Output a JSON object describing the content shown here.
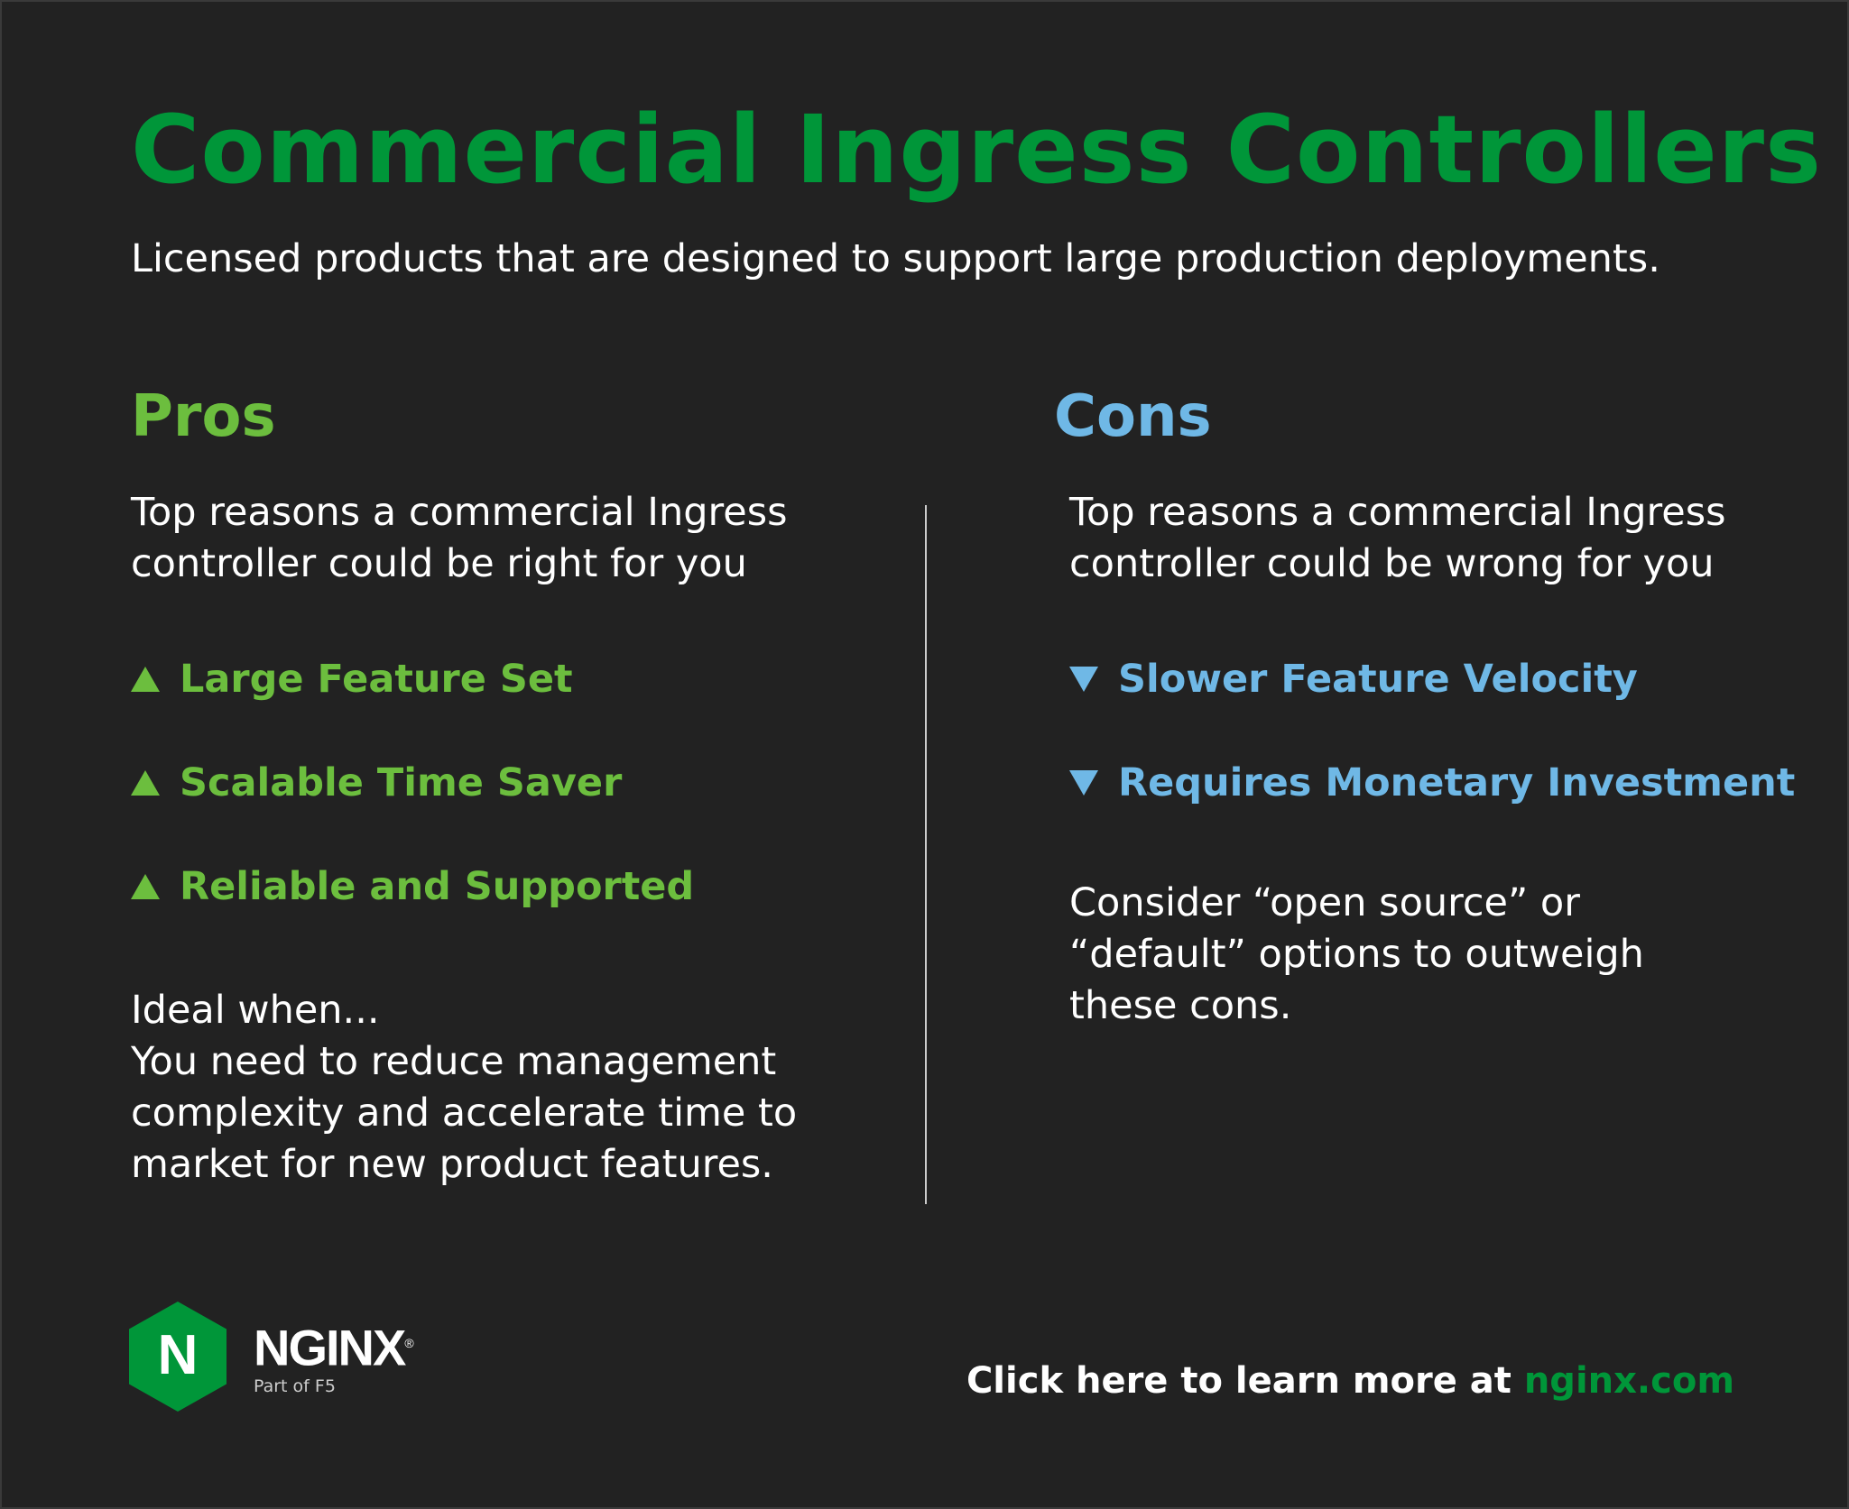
{
  "header": {
    "title": "Commercial Ingress Controllers",
    "subtitle": "Licensed products that are designed to support large production deployments."
  },
  "pros": {
    "heading": "Pros",
    "intro": "Top reasons a commercial Ingress controller could be right for you",
    "items": [
      "Large Feature Set",
      "Scalable Time Saver",
      "Reliable and Supported"
    ],
    "ideal_lead": "Ideal when...",
    "ideal_text": "You need to reduce management complexity and accelerate time to market for new product features."
  },
  "cons": {
    "heading": "Cons",
    "intro": "Top reasons a commercial Ingress controller could be wrong for you",
    "items": [
      "Slower Feature Velocity",
      "Requires Monetary Investment"
    ],
    "consider": "Consider “open source” or “default” options to outweigh these cons."
  },
  "footer": {
    "logo_letter": "N",
    "logo_name": "NGINX",
    "logo_mark": "®",
    "logo_sub": "Part of F5",
    "cta_text": "Click here to learn more at ",
    "cta_link": "nginx.com"
  },
  "colors": {
    "background": "#222222",
    "title_green": "#009639",
    "pros_green": "#6cbe3e",
    "cons_blue": "#6fb8e6"
  },
  "icons": {
    "pro_bullet": "triangle-up-icon",
    "con_bullet": "triangle-down-icon",
    "logo": "nginx-hexagon-icon"
  }
}
